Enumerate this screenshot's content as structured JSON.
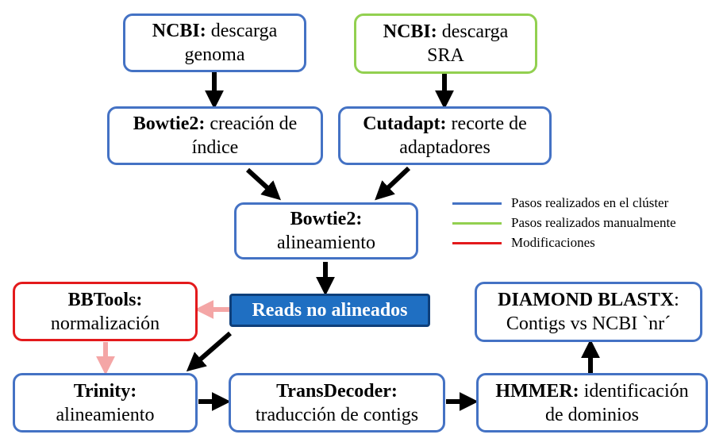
{
  "nodes": {
    "ncbi_genome": {
      "bold": "NCBI:",
      "rest": " descarga",
      "line2": "genoma"
    },
    "ncbi_sra": {
      "bold": "NCBI:",
      "rest": " descarga",
      "line2": "SRA"
    },
    "bowtie_index": {
      "bold": "Bowtie2:",
      "rest": " creación de",
      "line2": "índice"
    },
    "cutadapt": {
      "bold": "Cutadapt:",
      "rest": " recorte de",
      "line2": "adaptadores"
    },
    "bowtie_align": {
      "bold": "Bowtie2:",
      "line2": "alineamiento"
    },
    "bbtools": {
      "bold": "BBTools:",
      "line2": "normalización"
    },
    "reads": {
      "label": "Reads no alineados"
    },
    "diamond": {
      "bold": "DIAMOND BLASTX",
      "rest": ":",
      "line2": "Contigs vs NCBI `nr´"
    },
    "trinity": {
      "bold": "Trinity:",
      "line2": "alineamiento"
    },
    "transdecoder": {
      "bold": "TransDecoder:",
      "line2": "traducción de contigs"
    },
    "hmmer": {
      "bold": "HMMER:",
      "rest": " identificación",
      "line2": "de dominios"
    }
  },
  "legend": [
    {
      "label": "Pasos realizados en el clúster",
      "color": "#4472c4"
    },
    {
      "label": "Pasos realizados manualmente",
      "color": "#92d050"
    },
    {
      "label": "Modificaciones",
      "color": "#e31a1c"
    }
  ],
  "colors": {
    "arrow": "#000000",
    "modification_arrow": "#f4a6a6"
  }
}
